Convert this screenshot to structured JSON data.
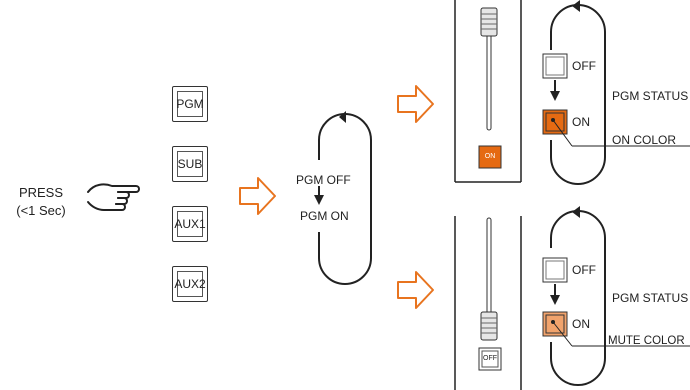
{
  "press": {
    "line1": "PRESS",
    "line2": "(<1 Sec)"
  },
  "buttons": [
    {
      "label": "PGM"
    },
    {
      "label": "SUB"
    },
    {
      "label": "AUX1"
    },
    {
      "label": "AUX2"
    }
  ],
  "cycle": {
    "off_label": "PGM OFF",
    "on_label": "PGM ON"
  },
  "top_panel": {
    "fader_button_label": "ON",
    "off_label": "OFF",
    "on_label": "ON",
    "status_label": "PGM STATUS",
    "color_label": "ON COLOR"
  },
  "bottom_panel": {
    "fader_button_label": "OFF",
    "off_label": "OFF",
    "on_label": "ON",
    "status_label": "PGM STATUS",
    "color_label": "MUTE COLOR"
  },
  "colors": {
    "orange": "#e8741f",
    "on_color": "#e56a12",
    "mute_color": "#f1a36c",
    "line": "#222222"
  }
}
